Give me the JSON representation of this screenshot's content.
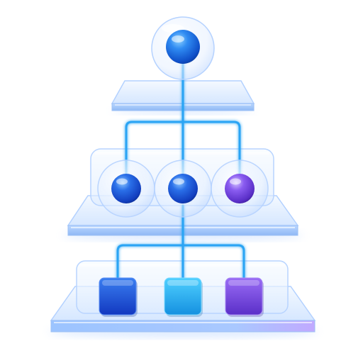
{
  "diagram": {
    "type": "hierarchy",
    "levels": [
      {
        "level": 1,
        "nodes": [
          {
            "id": "root",
            "shape": "sphere",
            "color": "#1f6fe6"
          }
        ]
      },
      {
        "level": 2,
        "nodes": [
          {
            "id": "child-1",
            "shape": "sphere",
            "color": "#1b5fde",
            "parent": "root"
          },
          {
            "id": "child-2",
            "shape": "sphere",
            "color": "#1f6fe6",
            "parent": "root"
          },
          {
            "id": "child-3",
            "shape": "sphere",
            "color": "#6a45e0",
            "parent": "root"
          }
        ]
      },
      {
        "level": 3,
        "nodes": [
          {
            "id": "leaf-1",
            "shape": "rounded-square",
            "color": "#1a4fd8"
          },
          {
            "id": "leaf-2",
            "shape": "rounded-square",
            "color": "#1aa7ec"
          },
          {
            "id": "leaf-3",
            "shape": "rounded-square",
            "color": "#6a3fd8"
          }
        ]
      }
    ],
    "connector_color": "#2aa4f4",
    "platform_color": "#d9e9ff"
  }
}
